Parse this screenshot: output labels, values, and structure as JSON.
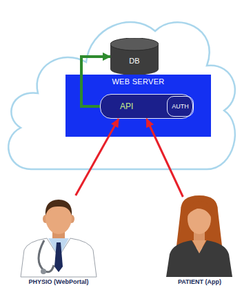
{
  "diagram": {
    "nodes": [
      {
        "text": [
          "DB"
        ]
      },
      {
        "text": [
          "WEB SERVER"
        ]
      },
      {
        "text": [
          "API"
        ],
        "in": 1
      },
      {
        "text": [
          "AUTH"
        ],
        "in": 1
      },
      {
        "text": [
          "PHYSIO (WebPortal)"
        ]
      },
      {
        "text": [
          "PATIENT (App)"
        ]
      }
    ],
    "edges": [
      {
        "from": 2,
        "to": 0,
        "arrow": "to"
      },
      {
        "from": 4,
        "to": 2,
        "arrow": "to"
      },
      {
        "from": 5,
        "to": 2,
        "arrow": "to"
      }
    ]
  }
}
